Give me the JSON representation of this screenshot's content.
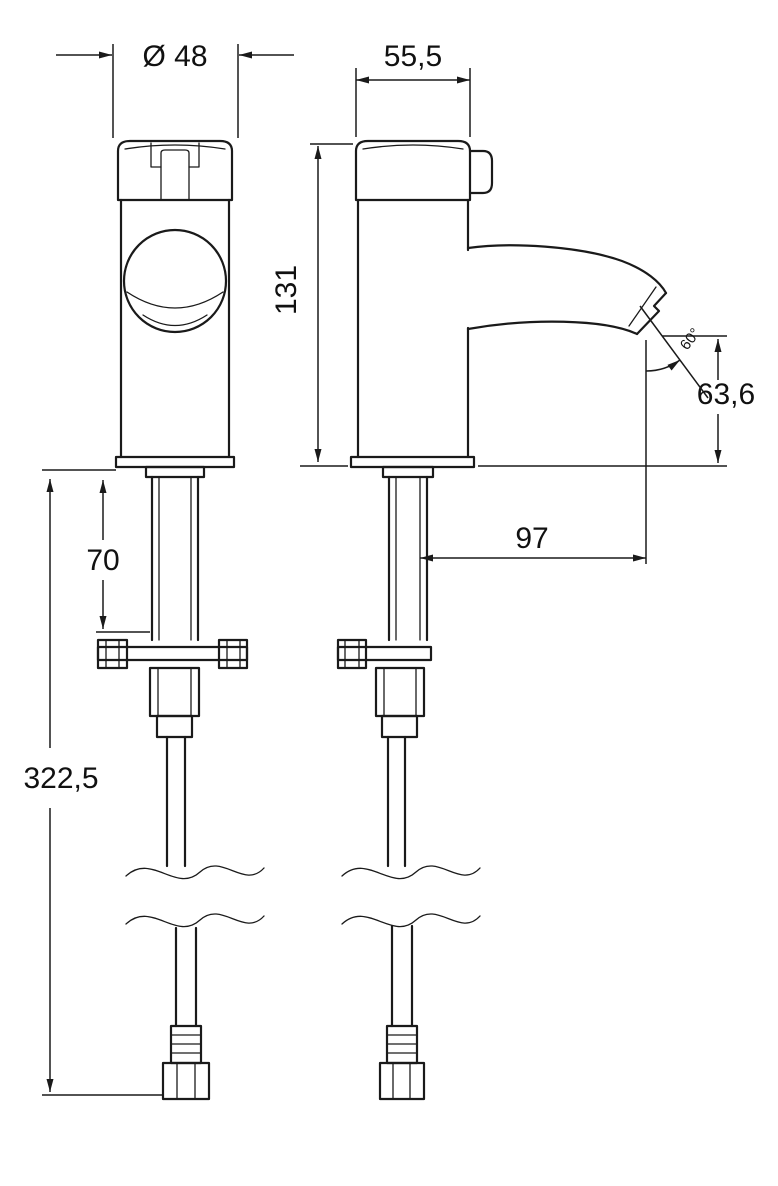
{
  "colors": {
    "background": "#ffffff",
    "line": "#1a1a1a",
    "text": "#111111"
  },
  "dimensions": {
    "diameter": "Ø 48",
    "depth": "55,5",
    "height": "131",
    "outlet_height": "63,6",
    "outlet_angle": "60°",
    "reach": "97",
    "clamp_range": "70",
    "total_length": "322,5"
  }
}
